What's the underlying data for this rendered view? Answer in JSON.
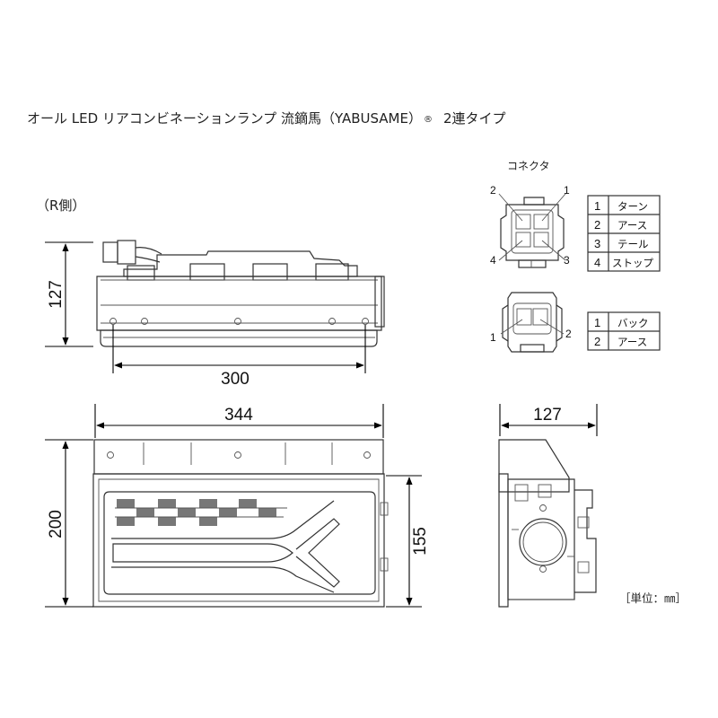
{
  "title": "オール LED リアコンビネーションランプ 流鏑馬（YABUSAME）",
  "registered_mark": "®",
  "variant": "2連タイプ",
  "side_label": "（R側）",
  "connector_label": "コネクタ",
  "unit_label": "［単位：㎜］",
  "dimensions": {
    "top_height": "127",
    "top_width": "300",
    "front_width": "344",
    "front_height": "200",
    "lens_height": "155",
    "side_depth": "127"
  },
  "connector_4pin": {
    "pin_labels": [
      "2",
      "1",
      "4",
      "3"
    ],
    "table": [
      {
        "no": "1",
        "name": "ターン"
      },
      {
        "no": "2",
        "name": "アース"
      },
      {
        "no": "3",
        "name": "テール"
      },
      {
        "no": "4",
        "name": "ストップ"
      }
    ]
  },
  "connector_2pin": {
    "pin_labels": [
      "1",
      "2"
    ],
    "table": [
      {
        "no": "1",
        "name": "バック"
      },
      {
        "no": "2",
        "name": "アース"
      }
    ]
  },
  "colors": {
    "line": "#333333",
    "dimension": "#000000",
    "background": "#ffffff"
  }
}
